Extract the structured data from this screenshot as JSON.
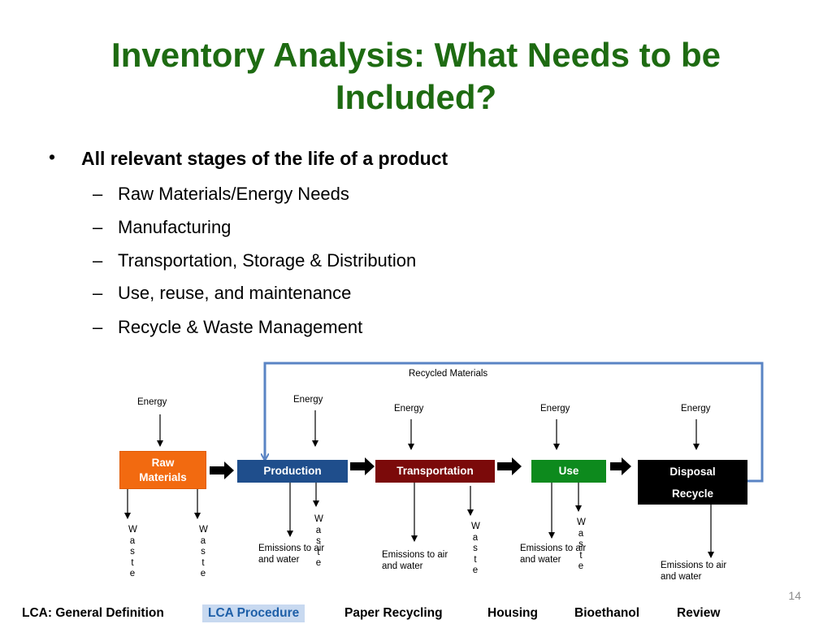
{
  "slide": {
    "title_line1": "Inventory Analysis: What Needs to be",
    "title_line2": "Included?",
    "bullet_symbol": "•",
    "dash_symbol": "–",
    "main_bullet": "All relevant stages of the life of a product",
    "sub_bullets": [
      "Raw Materials/Energy Needs",
      "Manufacturing",
      "Transportation, Storage & Distribution",
      "Use, reuse, and maintenance",
      "Recycle & Waste Management"
    ],
    "page_number": "14"
  },
  "diagram": {
    "recycled_label": "Recycled Materials",
    "energy_label": "Energy",
    "stages": {
      "raw_line1": "Raw",
      "raw_line2": "Materials",
      "production": "Production",
      "transportation": "Transportation",
      "use": "Use",
      "disposal": "Disposal",
      "recycle": "Recycle"
    },
    "waste_letters": [
      "W",
      "a",
      "s",
      "t",
      "e"
    ],
    "emissions_line1": "Emissions to air",
    "emissions_line2": "and water",
    "colors": {
      "raw": "#f26a10",
      "production": "#1f4e8c",
      "transportation": "#7b0a0a",
      "use": "#0d8a1d",
      "disposal": "#000000",
      "recycle_line": "#5a84c4"
    }
  },
  "nav": {
    "items": [
      "LCA: General Definition",
      "LCA Procedure",
      "Paper Recycling",
      "Housing",
      "Bioethanol",
      "Review"
    ],
    "active": "LCA Procedure"
  }
}
